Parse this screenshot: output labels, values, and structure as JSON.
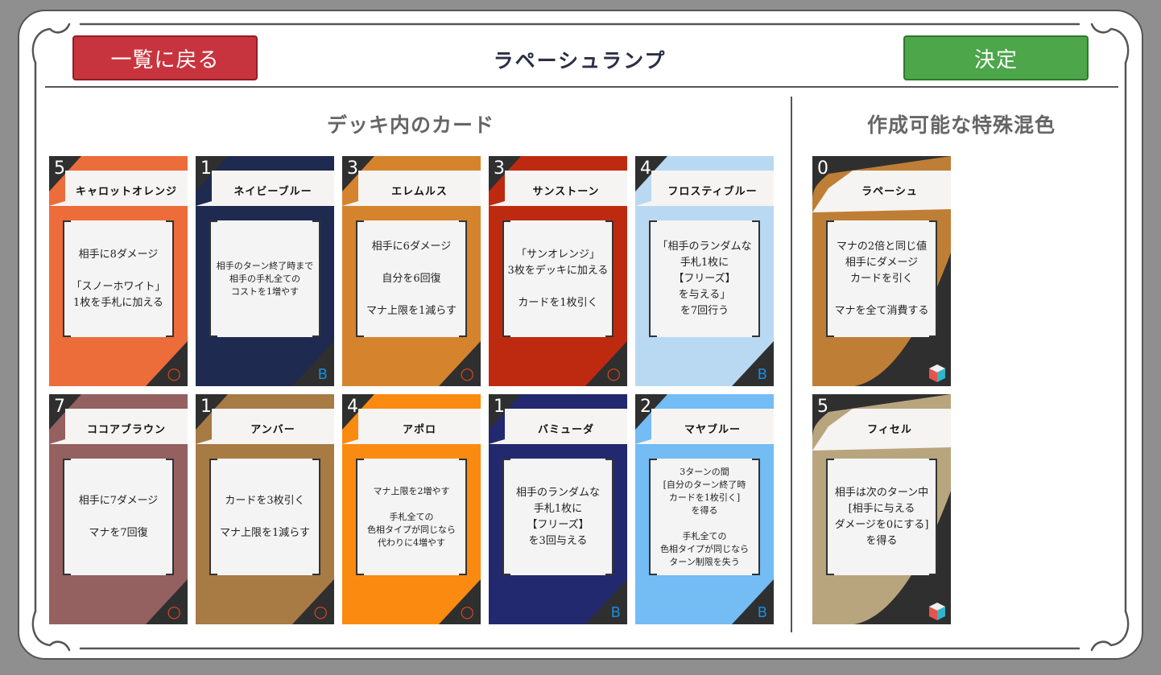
{
  "header": {
    "back_label": "一覧に戻る",
    "title": "ラペーシュランプ",
    "confirm_label": "決定"
  },
  "sections": {
    "deck_title": "デッキ内のカード",
    "special_title": "作成可能な特殊混色"
  },
  "deck_cards": [
    {
      "cost": "5",
      "name": "キャロットオレンジ",
      "text": "相手に8ダメージ\n\n「スノーホワイト」\n1枚を手札に加える",
      "mark": "○",
      "color": "#ec6c3a",
      "small": false
    },
    {
      "cost": "1",
      "name": "ネイビーブルー",
      "text": "相手のターン終了時まで\n相手の手札全ての\nコストを1増やす",
      "mark": "B",
      "color": "#1e2a50",
      "small": true
    },
    {
      "cost": "3",
      "name": "エレムルス",
      "text": "相手に6ダメージ\n\n自分を6回復\n\nマナ上限を1減らす",
      "mark": "○",
      "color": "#d5842d",
      "small": false
    },
    {
      "cost": "3",
      "name": "サンストーン",
      "text": "「サンオレンジ」\n3枚をデッキに加える\n\nカードを1枚引く",
      "mark": "○",
      "color": "#be2a10",
      "small": false
    },
    {
      "cost": "4",
      "name": "フロスティブルー",
      "text": "「相手のランダムな\n手札1枚に\n【フリーズ】\nを与える」\nを7回行う",
      "mark": "B",
      "color": "#b9d9f2",
      "small": false
    },
    {
      "cost": "7",
      "name": "ココアブラウン",
      "text": "相手に7ダメージ\n\nマナを7回復",
      "mark": "○",
      "color": "#946060",
      "small": false
    },
    {
      "cost": "1",
      "name": "アンバー",
      "text": "カードを3枚引く\n\nマナ上限を1減らす",
      "mark": "○",
      "color": "#a87a44",
      "small": false
    },
    {
      "cost": "4",
      "name": "アポロ",
      "text": "マナ上限を2増やす\n\n手札全ての\n色相タイプが同じなら\n代わりに4増やす",
      "mark": "○",
      "color": "#fb8a10",
      "small": true
    },
    {
      "cost": "1",
      "name": "バミューダ",
      "text": "相手のランダムな\n手札1枚に\n【フリーズ】\nを3回与える",
      "mark": "B",
      "color": "#22296e",
      "small": false
    },
    {
      "cost": "2",
      "name": "マヤブルー",
      "text": "3ターンの間\n[自分のターン終了時\nカードを1枚引く]\nを得る\n\n手札全ての\n色相タイプが同じなら\nターン制限を失う",
      "mark": "B",
      "color": "#73bcf4",
      "small": true
    }
  ],
  "special_cards": [
    {
      "cost": "0",
      "name": "ラペーシュ",
      "text": "マナの2倍と同じ値\n相手にダメージ\nカードを引く\n\nマナを全て消費する",
      "color": "#be7e36",
      "small": false
    },
    {
      "cost": "5",
      "name": "フィセル",
      "text": "相手は次のターン中\n[相手に与える\nダメージを0にする]\nを得る",
      "color": "#b8a57e",
      "small": false
    }
  ],
  "icons": {
    "circle_mark": "circle-icon",
    "blue_mark": "b-icon",
    "special_mark": "cube-icon"
  }
}
